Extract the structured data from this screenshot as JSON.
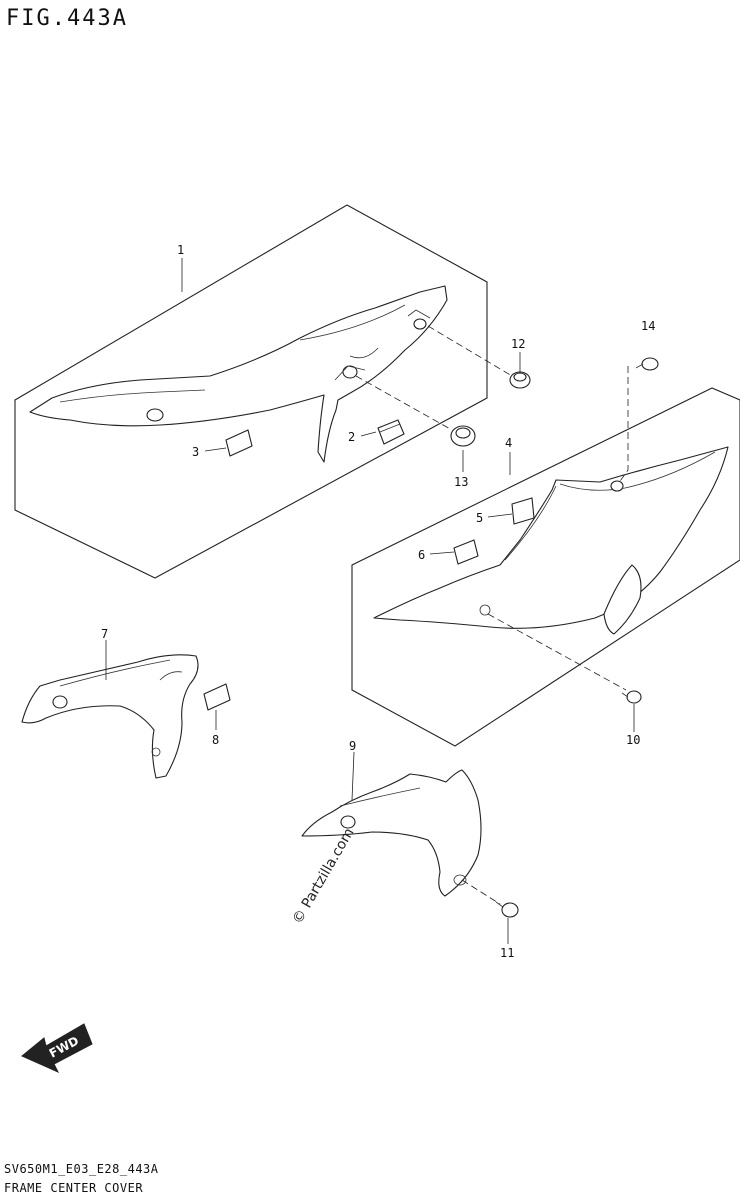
{
  "figure": {
    "title": "FIG.443A",
    "code": "SV650M1_E03_E28_443A",
    "name": "FRAME CENTER COVER"
  },
  "callouts": [
    "1",
    "2",
    "3",
    "4",
    "5",
    "6",
    "7",
    "8",
    "9",
    "10",
    "11",
    "12",
    "13",
    "14"
  ],
  "watermark": "© Partzilla.com",
  "fwd_label": "FWD"
}
